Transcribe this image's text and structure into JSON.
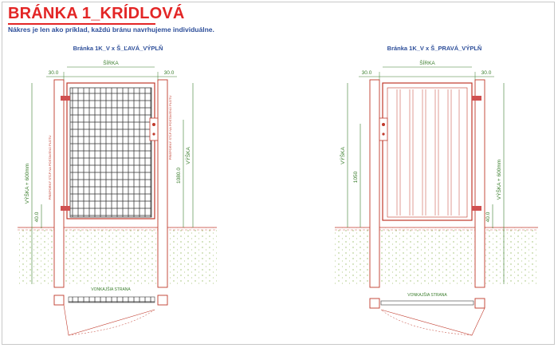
{
  "header": {
    "title": "BRÁNKA 1_KRÍDLOVÁ",
    "subtitle": "Nákres je len ako príklad, každú bránu navrhujeme individuálne."
  },
  "left_drawing": {
    "title": "Bránka 1K_V x Š_ĽAVÁ_VÝPLŇ",
    "width_label": "ŠÍRKA",
    "dim_30_left": "30.0",
    "dim_30_right": "30.0",
    "height_total": "VÝŠKA + 600mm",
    "height": "VÝŠKA",
    "dim_40": "40.0",
    "dim_1080": "1080.0",
    "post_note_left": "PRIEPORNÝ STĹP NA POSTAVENÚ PLOTU",
    "post_note_right": "PRIEPORNÝ STĹP NA POSTAVENÚ PLOTU",
    "outside_label": "VONKAJŠIA STRANA"
  },
  "right_drawing": {
    "title": "Bránka 1K_V x Š_PRAVÁ_VÝPLŇ",
    "width_label": "ŠÍRKA",
    "dim_30_left": "30.0",
    "dim_30_right": "30.0",
    "height": "VÝŠKA",
    "dim_1050": "1050",
    "height_total": "VÝŠKA + 600mm",
    "dim_40": "40.0",
    "outside_label": "VONKAJŠIA STRANA"
  },
  "colors": {
    "title": "#e32626",
    "subtitle": "#2e4f9a",
    "line_red": "#c0392b",
    "dim_green": "#3a7d2c",
    "ground": "#9bbf6a"
  }
}
